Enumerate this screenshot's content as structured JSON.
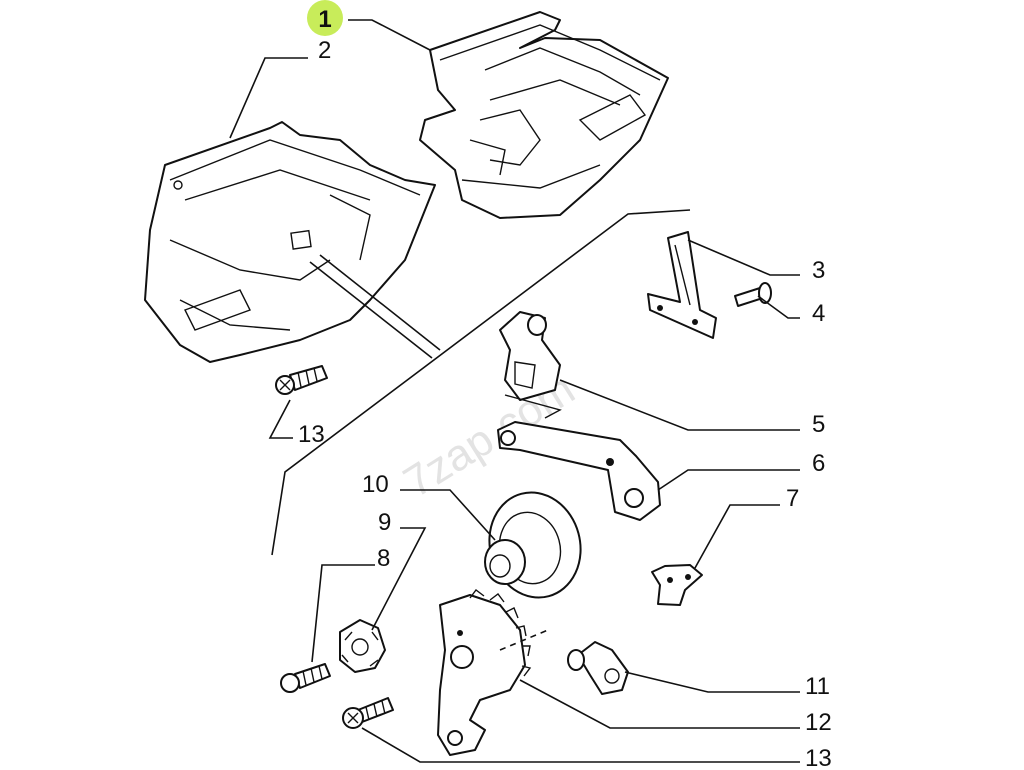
{
  "watermark": "7zap.com",
  "highlight_color": "#c8ec5a",
  "callouts": {
    "c1": "1",
    "c2": "2",
    "c3": "3",
    "c4": "4",
    "c5": "5",
    "c6": "6",
    "c7": "7",
    "c8": "8",
    "c9": "9",
    "c10": "10",
    "c11": "11",
    "c12": "12",
    "c13a": "13",
    "c13b": "13"
  }
}
